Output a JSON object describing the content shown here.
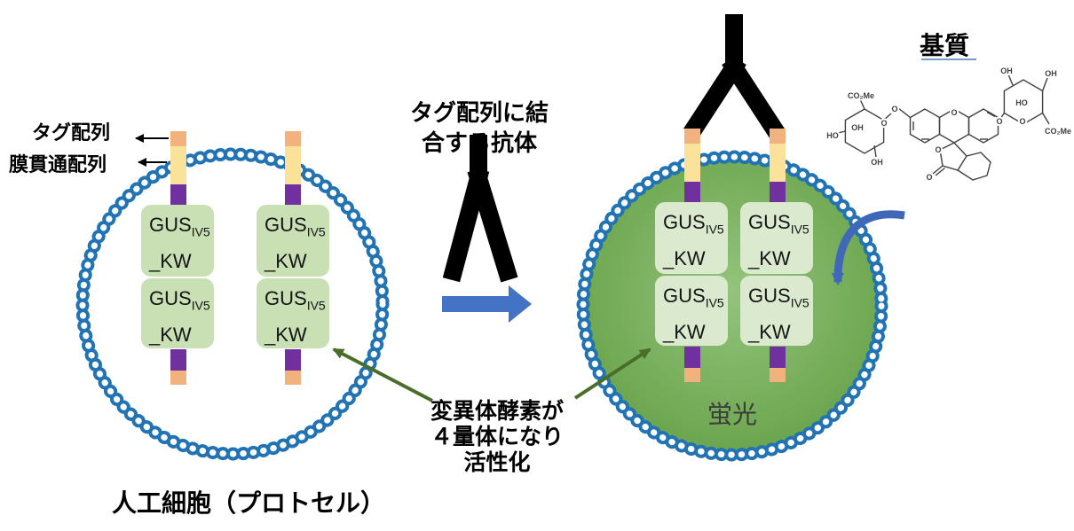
{
  "left_cell": {
    "caption": "人工細胞（プロトセル）",
    "tag_label": "タグ配列",
    "transmembrane_label": "膜貫通配列"
  },
  "middle": {
    "caption_line1": "タグ配列に結",
    "caption_line2": "合する抗体"
  },
  "right_cell": {
    "fluorescence_label": "蛍光"
  },
  "substrate": {
    "title": "基質",
    "labels": {
      "co2me": "CO₂Me",
      "oh": "OH",
      "ho": "HO",
      "o": "O"
    }
  },
  "tetramer_note": {
    "line1": "変異体酵素が",
    "line2": "４量体になり",
    "line3": "活性化"
  },
  "gus_unit": {
    "name": "GUS",
    "subscript": "IV5",
    "line2": "_KW"
  },
  "colors": {
    "membrane_blue": "#2273b3",
    "cell_interior_green": "#74ab52",
    "gus_box_green_left": "#c9e0b4",
    "gus_box_green_right": "#dbeace",
    "tag_orange": "#f2b27e",
    "transmembrane_yellow": "#fbe29a",
    "anchor_purple": "#7030a0",
    "antibody_black": "#000000",
    "process_arrow_blue": "#4472c4",
    "note_arrow_green": "#4a6e28"
  }
}
